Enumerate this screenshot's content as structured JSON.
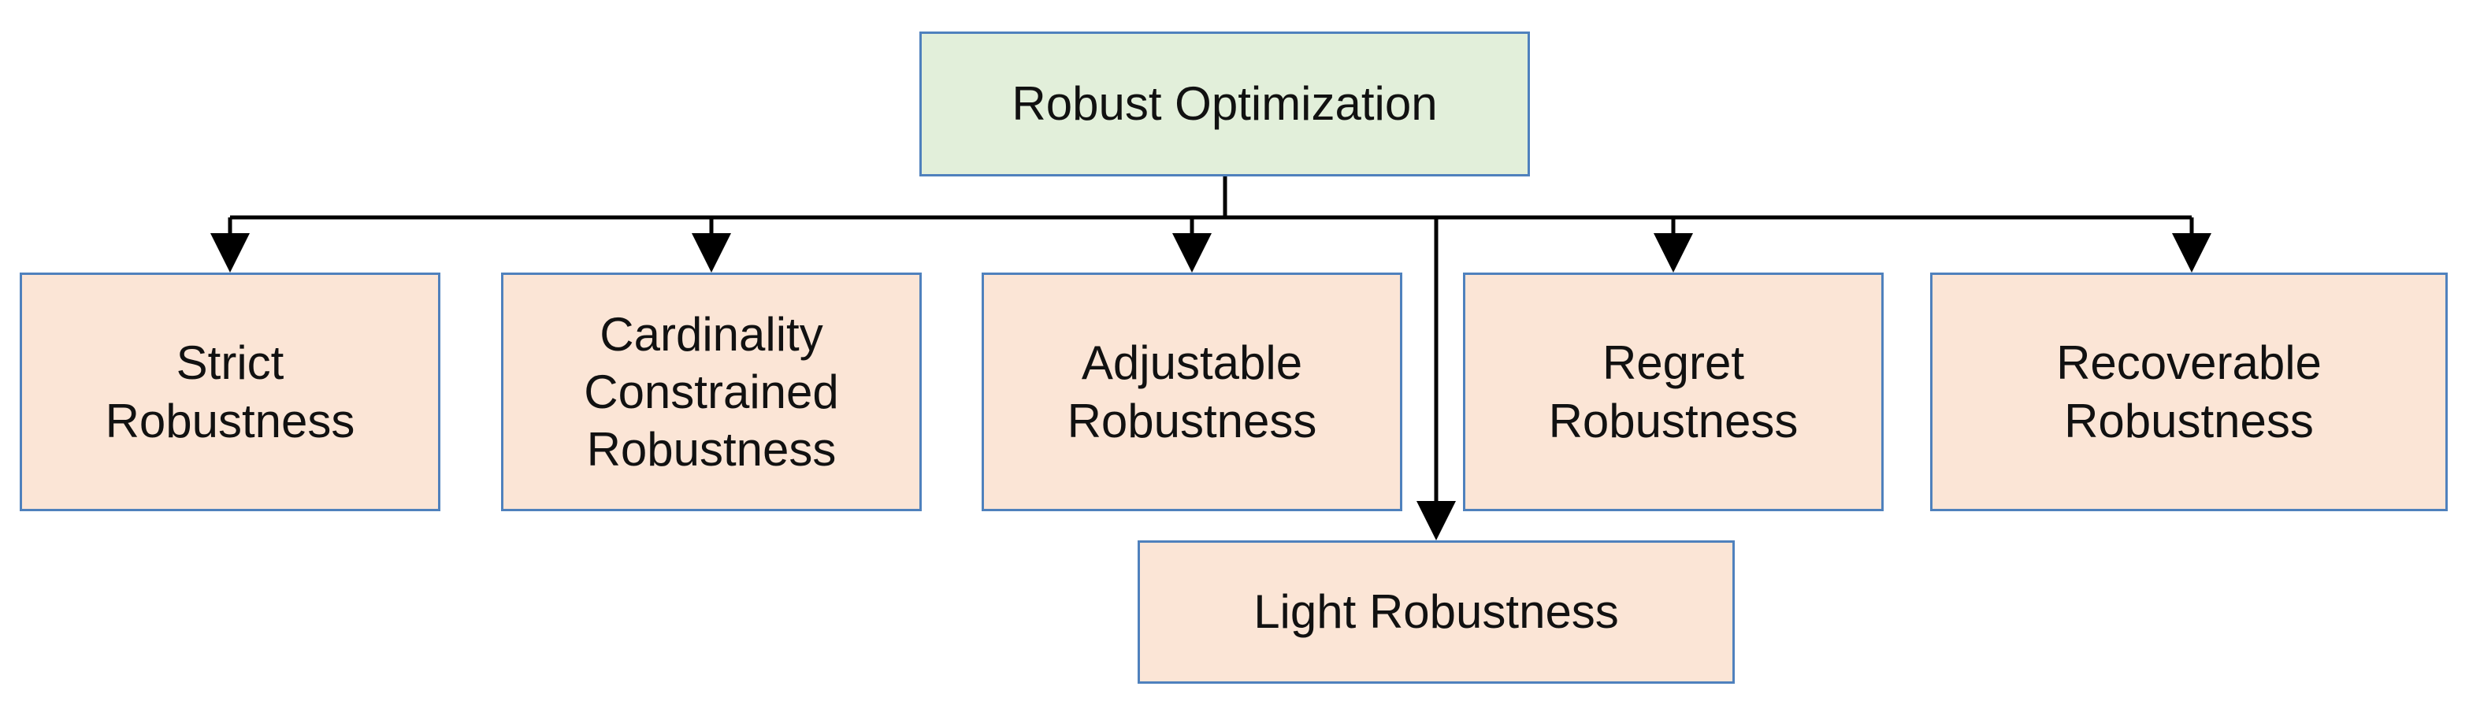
{
  "root": {
    "label": "Robust Optimization"
  },
  "children": [
    {
      "id": "strict",
      "label": "Strict\nRobustness"
    },
    {
      "id": "cardinality",
      "label": "Cardinality\nConstrained\nRobustness"
    },
    {
      "id": "adjustable",
      "label": "Adjustable\nRobustness"
    },
    {
      "id": "light",
      "label": "Light Robustness"
    },
    {
      "id": "regret",
      "label": "Regret\nRobustness"
    },
    {
      "id": "recoverable",
      "label": "Recoverable\nRobustness"
    }
  ],
  "colors": {
    "root_fill": "#e2efda",
    "child_fill": "#fbe5d6",
    "border": "#4f81bd",
    "connector": "#000000"
  }
}
